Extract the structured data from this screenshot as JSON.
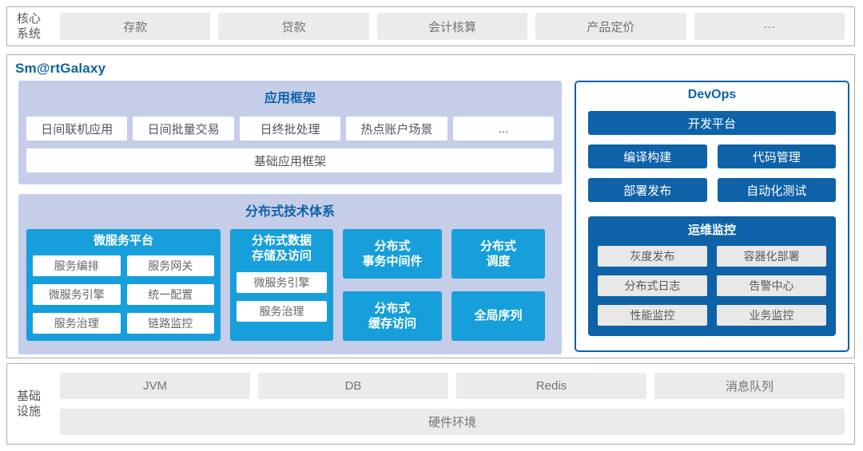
{
  "colors": {
    "accent_blue": "#169FDB",
    "dark_blue": "#0E62A8",
    "panel_lavender": "#C5CDE9",
    "box_gray": "#EBEBEB",
    "border_gray": "#ABABAB"
  },
  "core_systems": {
    "label": "核心\n系统",
    "items": [
      "存款",
      "贷款",
      "会计核算",
      "产品定价",
      "···"
    ]
  },
  "platform": {
    "title": "Sm@rtGalaxy",
    "app_framework": {
      "title": "应用框架",
      "apps": [
        "日间联机应用",
        "日间批量交易",
        "日终批处理",
        "热点账户场景",
        "..."
      ],
      "base": "基础应用框架"
    },
    "distributed": {
      "title": "分布式技术体系",
      "microservice": {
        "title": "微服务平台",
        "items": [
          "服务编排",
          "服务网关",
          "微服务引擎",
          "统一配置",
          "服务治理",
          "链路监控"
        ]
      },
      "storage": {
        "title": "分布式数据\n存储及访问",
        "items": [
          "微服务引擎",
          "服务治理"
        ]
      },
      "blocks": {
        "transaction": "分布式\n事务中间件",
        "scheduler": "分布式\n调度",
        "cache": "分布式\n缓存访问",
        "sequence": "全局序列"
      }
    },
    "devops": {
      "title": "DevOps",
      "dev_platform": "开发平台",
      "tools": [
        "编译构建",
        "代码管理",
        "部署发布",
        "自动化测试"
      ],
      "monitoring": {
        "title": "运维监控",
        "items": [
          "灰度发布",
          "容器化部署",
          "分布式日志",
          "告警中心",
          "性能监控",
          "业务监控"
        ]
      }
    }
  },
  "infrastructure": {
    "label": "基础\n设施",
    "items": [
      "JVM",
      "DB",
      "Redis",
      "消息队列"
    ],
    "hardware": "硬件环境"
  }
}
